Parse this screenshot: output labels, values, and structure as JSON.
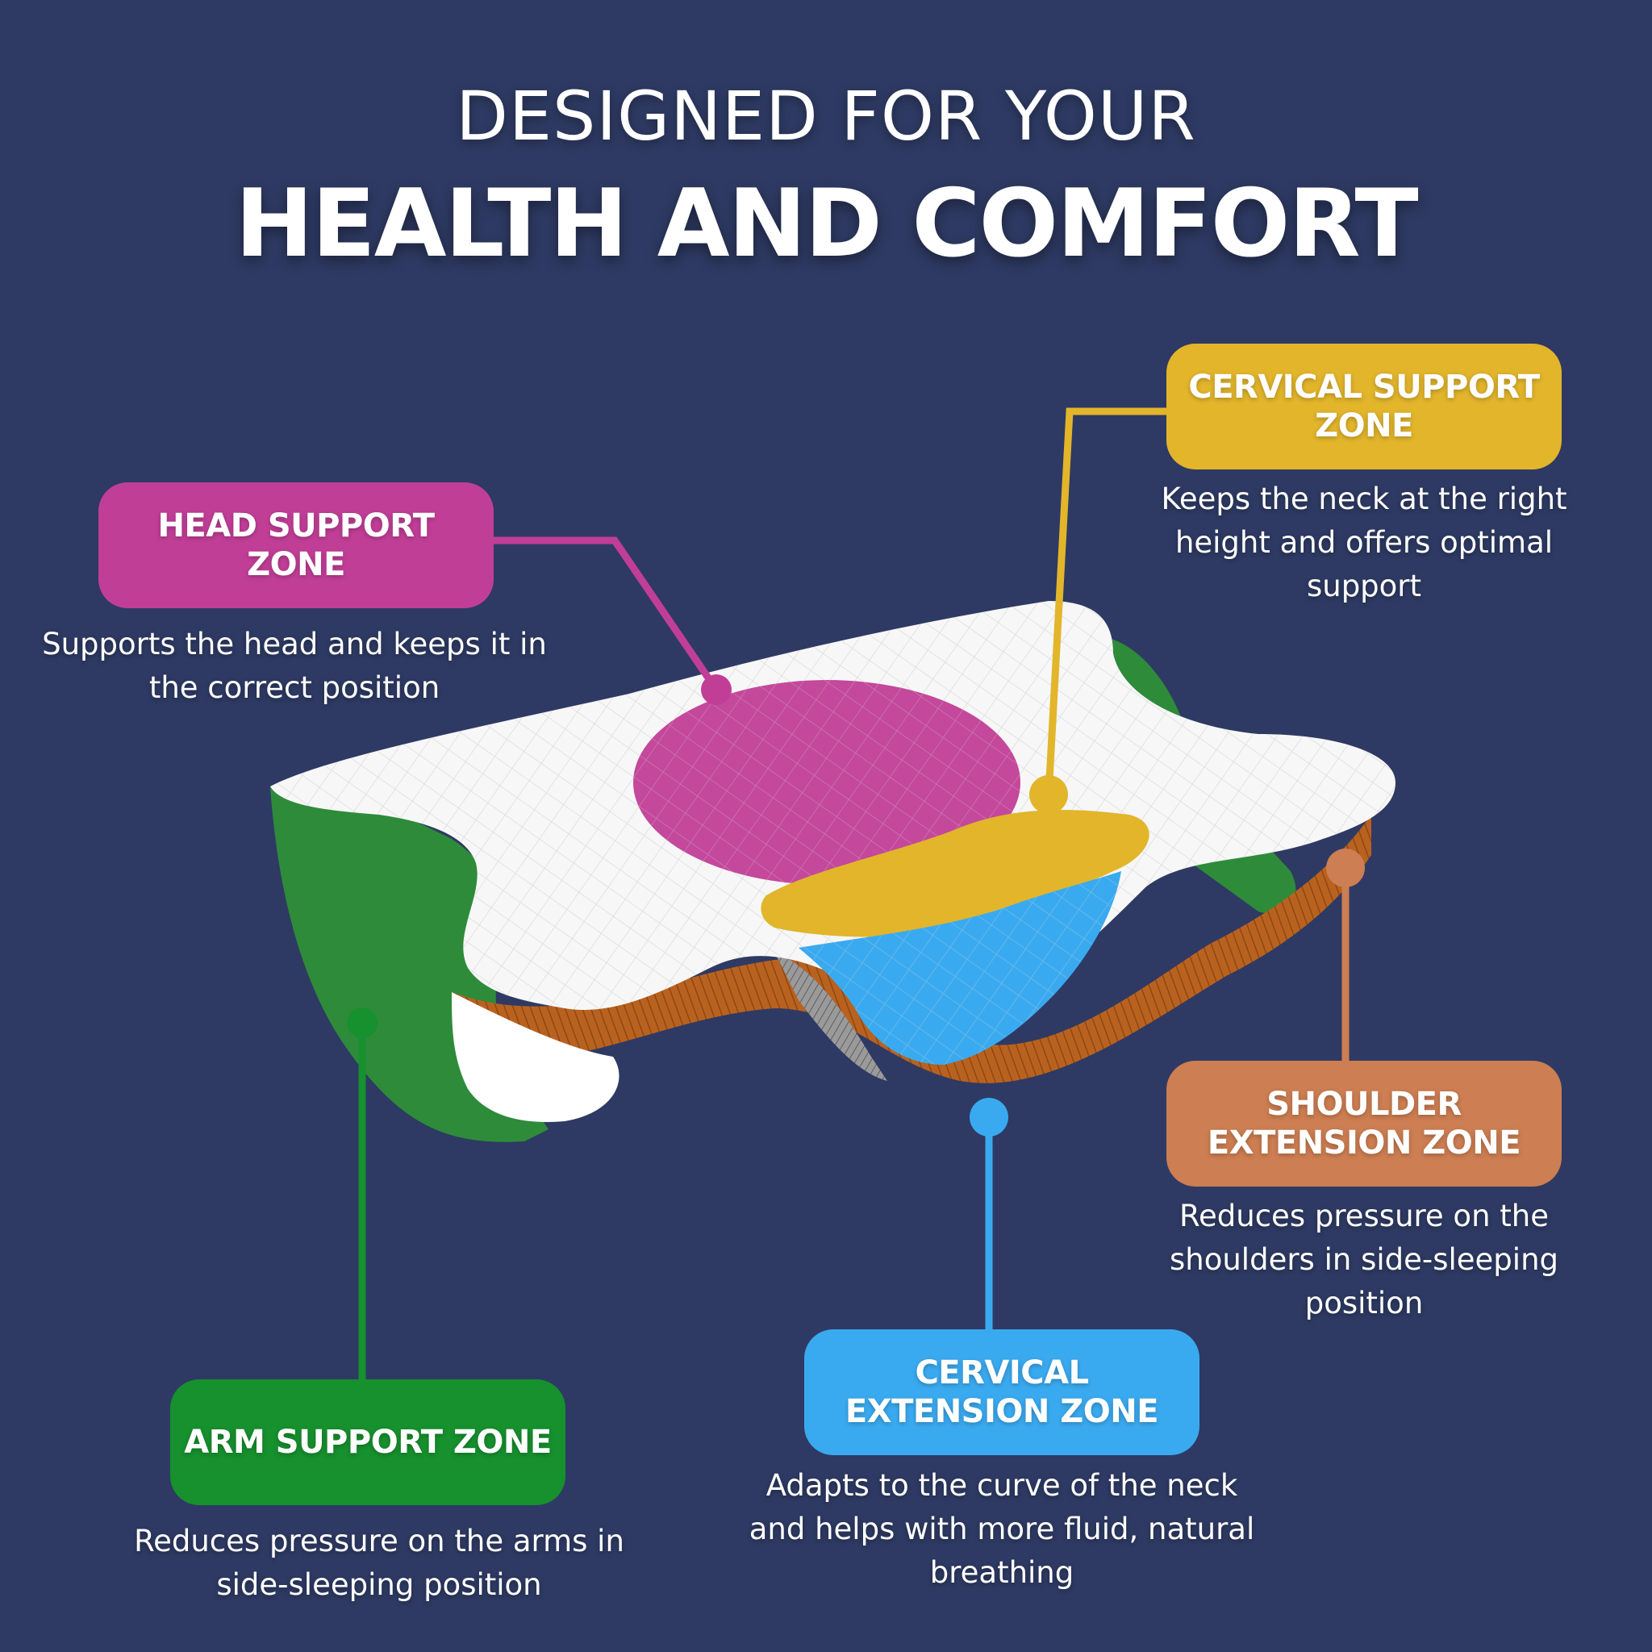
{
  "title": {
    "line1": "DESIGNED FOR YOUR",
    "line2": "HEALTH AND COMFORT"
  },
  "zones": {
    "head": {
      "label": "HEAD SUPPORT ZONE",
      "description": "Supports the head and keeps it in the correct position",
      "color": "#c13e97"
    },
    "cervical_support": {
      "label": "CERVICAL SUPPORT ZONE",
      "description": "Keeps the neck at the right height and offers optimal support",
      "color": "#e2b52b"
    },
    "shoulder_extension": {
      "label": "SHOULDER EXTENSION ZONE",
      "description": "Reduces pressure on the shoulders in side-sleeping position",
      "color": "#cd7e52"
    },
    "cervical_extension": {
      "label": "CERVICAL EXTENSION ZONE",
      "description": "Adapts to the curve of the neck and helps with more fluid, natural breathing",
      "color": "#3aaaf0"
    },
    "arm": {
      "label": "ARM SUPPORT ZONE",
      "description": "Reduces pressure on the arms in side-sleeping position",
      "color": "#17902e"
    }
  },
  "colors": {
    "background": "#2e3a63",
    "pillow_white": "#f4f4f4",
    "pillow_core": "#b9621f"
  }
}
